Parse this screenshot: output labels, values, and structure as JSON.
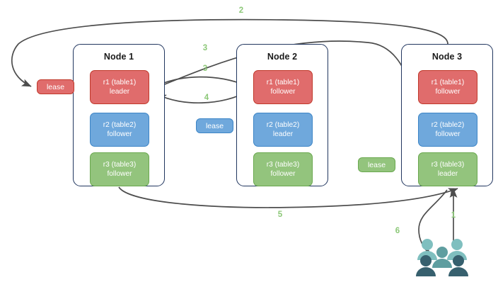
{
  "diagram": {
    "title": "Raft multi-node lease and replica diagram",
    "background": "#ffffff"
  },
  "palette": {
    "red_fill": "#e06c6c",
    "red_border": "#c0392b",
    "blue_fill": "#6fa8dc",
    "blue_border": "#3d85c6",
    "green_fill": "#93c47d",
    "green_border": "#6aa84f",
    "node_border": "#21365f",
    "arrow": "#4d4d4d",
    "step_label": "#8cc878",
    "users_light": "#7fbfbf",
    "users_mid": "#5f9ea0",
    "users_dark": "#37606e"
  },
  "nodes": [
    {
      "title": "Node 1",
      "replicas": [
        {
          "name": "r1 (table1)",
          "role": "leader",
          "color": "red"
        },
        {
          "name": "r2 (table2)",
          "role": "follower",
          "color": "blue"
        },
        {
          "name": "r3 (table3)",
          "role": "follower",
          "color": "green"
        }
      ]
    },
    {
      "title": "Node 2",
      "replicas": [
        {
          "name": "r1 (table1)",
          "role": "follower",
          "color": "red"
        },
        {
          "name": "r2 (table2)",
          "role": "leader",
          "color": "blue"
        },
        {
          "name": "r3 (table3)",
          "role": "follower",
          "color": "green"
        }
      ]
    },
    {
      "title": "Node 3",
      "replicas": [
        {
          "name": "r1 (table1)",
          "role": "follower",
          "color": "red"
        },
        {
          "name": "r2 (table2)",
          "role": "follower",
          "color": "blue"
        },
        {
          "name": "r3 (table3)",
          "role": "leader",
          "color": "green"
        }
      ]
    }
  ],
  "leases": [
    {
      "label": "lease",
      "color": "red"
    },
    {
      "label": "lease",
      "color": "blue"
    },
    {
      "label": "lease",
      "color": "green"
    }
  ],
  "steps": [
    {
      "id": "1",
      "label": "1"
    },
    {
      "id": "2",
      "label": "2"
    },
    {
      "id": "3a",
      "label": "3"
    },
    {
      "id": "3b",
      "label": "3"
    },
    {
      "id": "4",
      "label": "4"
    },
    {
      "id": "5",
      "label": "5"
    },
    {
      "id": "6",
      "label": "6"
    }
  ],
  "icons": {
    "users": "users-group-icon"
  }
}
